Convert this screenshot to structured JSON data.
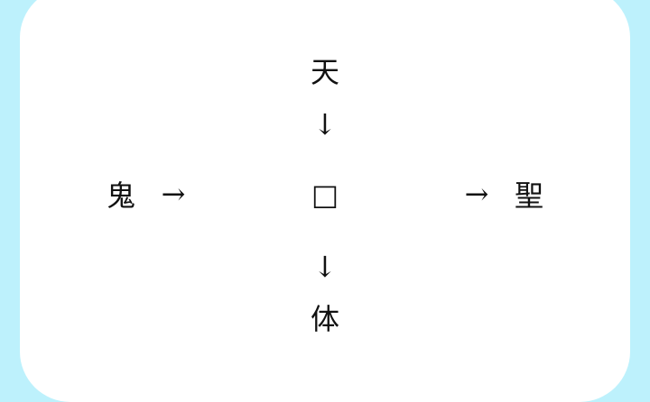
{
  "puzzle": {
    "top": "天",
    "down_arrow_top": "↓",
    "left": "鬼",
    "right_arrow_left": "→",
    "center": "□",
    "right_arrow_right": "→",
    "right": "聖",
    "down_arrow_bottom": "↓",
    "bottom": "体"
  }
}
